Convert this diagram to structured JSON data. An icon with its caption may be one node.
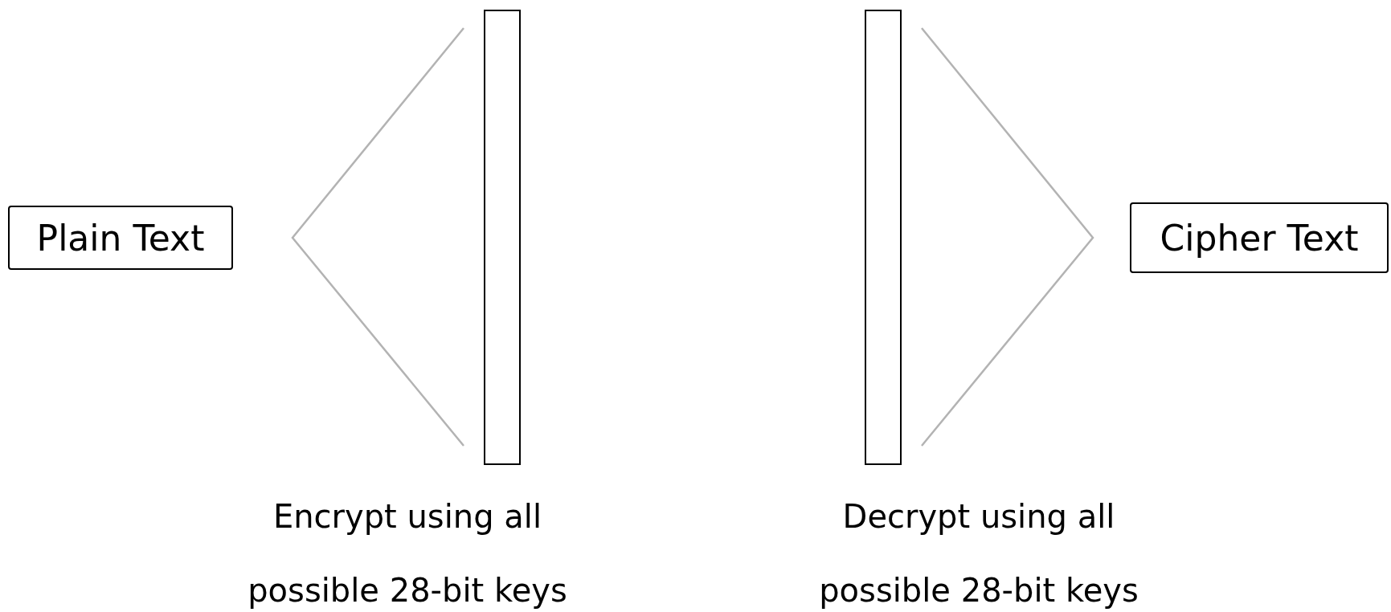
{
  "diagram": {
    "nodes": [
      {
        "text": [
          "Plain Text"
        ]
      },
      {
        "text": [],
        "shape": "bar",
        "beside": [
          "Encrypt using all possible 28-bit keys"
        ]
      },
      {
        "text": [],
        "shape": "bar",
        "beside": [
          "Decrypt using all possible 28-bit keys"
        ]
      },
      {
        "text": [
          "Cipher Text"
        ]
      }
    ]
  }
}
